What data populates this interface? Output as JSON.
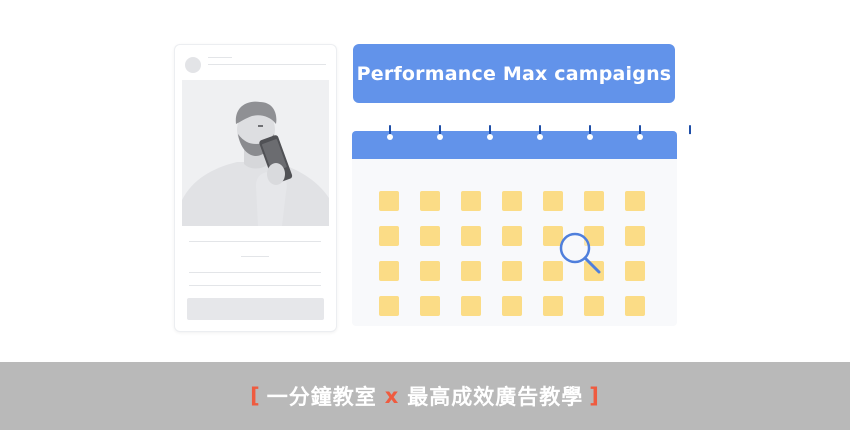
{
  "banner": {
    "title": "Performance Max campaigns"
  },
  "caption": {
    "open_bracket": "[",
    "part1": "一分鐘教室",
    "separator": "x",
    "part2": "最高成效廣告教學",
    "close_bracket": "]"
  },
  "colors": {
    "accent_blue": "#6293ea",
    "calendar_cell": "#fbdc86",
    "caption_bar": "#b9b9b9",
    "caption_accent": "#ef5b3f"
  },
  "icons": {
    "magnifier": "magnifying-glass-icon",
    "person": "person-with-phone-illustration"
  },
  "calendar": {
    "rows": 4,
    "columns": 7
  }
}
